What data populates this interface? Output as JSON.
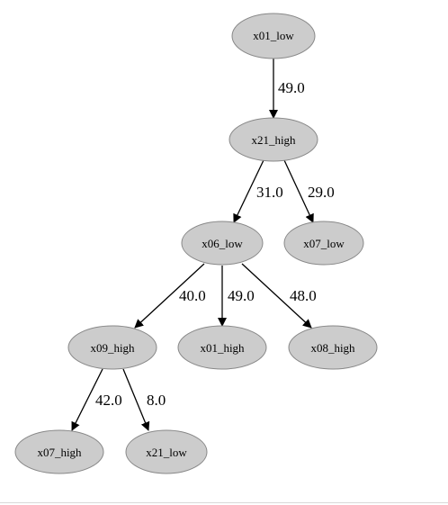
{
  "graph": {
    "node_fill": "#cccccc",
    "node_stroke": "#888888",
    "edge_color": "#000000",
    "nodes": [
      {
        "id": "n_x01_low",
        "label": "x01_low"
      },
      {
        "id": "n_x21_high",
        "label": "x21_high"
      },
      {
        "id": "n_x06_low",
        "label": "x06_low"
      },
      {
        "id": "n_x07_low",
        "label": "x07_low"
      },
      {
        "id": "n_x09_high",
        "label": "x09_high"
      },
      {
        "id": "n_x01_high",
        "label": "x01_high"
      },
      {
        "id": "n_x08_high",
        "label": "x08_high"
      },
      {
        "id": "n_x07_high",
        "label": "x07_high"
      },
      {
        "id": "n_x21_low",
        "label": "x21_low"
      }
    ],
    "edges": [
      {
        "from": "n_x01_low",
        "to": "n_x21_high",
        "label": "49.0"
      },
      {
        "from": "n_x21_high",
        "to": "n_x06_low",
        "label": "31.0"
      },
      {
        "from": "n_x21_high",
        "to": "n_x07_low",
        "label": "29.0"
      },
      {
        "from": "n_x06_low",
        "to": "n_x09_high",
        "label": "40.0"
      },
      {
        "from": "n_x06_low",
        "to": "n_x01_high",
        "label": "49.0"
      },
      {
        "from": "n_x06_low",
        "to": "n_x08_high",
        "label": "48.0"
      },
      {
        "from": "n_x09_high",
        "to": "n_x07_high",
        "label": "42.0"
      },
      {
        "from": "n_x09_high",
        "to": "n_x21_low",
        "label": "8.0"
      }
    ]
  }
}
